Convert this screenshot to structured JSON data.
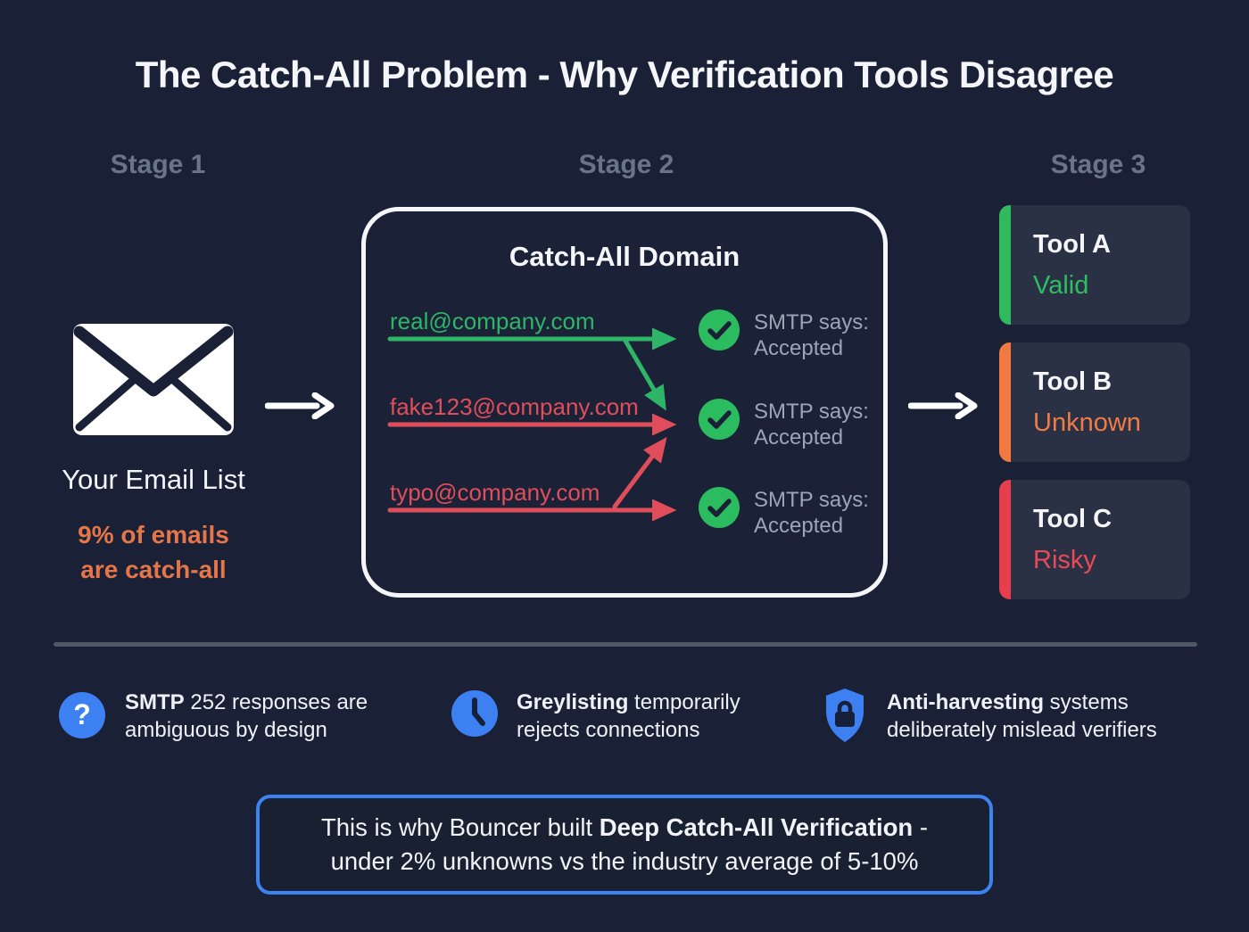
{
  "title": "The Catch-All Problem - Why Verification Tools Disagree",
  "stages": [
    {
      "label": "Stage 1"
    },
    {
      "label": "Stage 2"
    },
    {
      "label": "Stage 3"
    }
  ],
  "email_list": {
    "caption": "Your Email List",
    "stat_line1": "9% of emails",
    "stat_line2": "are catch-all"
  },
  "domain_box": {
    "title": "Catch-All Domain",
    "rows": [
      {
        "email": "real@company.com",
        "status": "valid",
        "smtp_line1": "SMTP says:",
        "smtp_line2": "Accepted"
      },
      {
        "email": "fake123@company.com",
        "status": "invalid",
        "smtp_line1": "SMTP says:",
        "smtp_line2": "Accepted"
      },
      {
        "email": "typo@company.com",
        "status": "invalid",
        "smtp_line1": "SMTP says:",
        "smtp_line2": "Accepted"
      }
    ]
  },
  "tools": [
    {
      "name": "Tool A",
      "status": "Valid"
    },
    {
      "name": "Tool B",
      "status": "Unknown"
    },
    {
      "name": "Tool C",
      "status": "Risky"
    }
  ],
  "facts": [
    {
      "icon": "question-icon",
      "bold": "SMTP",
      "rest": " 252 responses are ambiguous by design"
    },
    {
      "icon": "clock-icon",
      "bold": "Greylisting",
      "rest": " temporarily rejects connections"
    },
    {
      "icon": "shield-lock-icon",
      "bold": "Anti-harvesting",
      "rest": " systems deliberately mislead verifiers"
    }
  ],
  "callout": {
    "lead": "This is why Bouncer built ",
    "bold": "Deep Catch-All Verification",
    "tail": " -",
    "line2": "under 2% unknowns vs the industry average of 5-10%"
  },
  "colors": {
    "background": "#1a2136",
    "valid_green": "#2eb567",
    "invalid_red": "#e04e5b",
    "warning_orange": "#e5764a",
    "accent_blue": "#3c80f2",
    "callout_border_blue": "#3c82f0",
    "muted_gray": "#9aa6b8",
    "check_circle_green": "#2cbc60"
  }
}
